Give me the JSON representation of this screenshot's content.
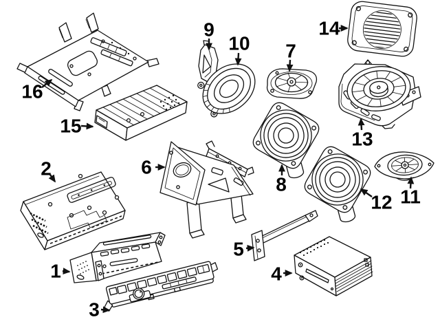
{
  "diagram": {
    "kind": "exploded-parts-diagram",
    "subject": "vehicle audio system components: speakers, amplifier, radio units and mounting brackets",
    "background_color": "#ffffff",
    "line_color": "#111111",
    "label_color": "#000000",
    "callouts": [
      {
        "number": "1",
        "part": "radio-unit"
      },
      {
        "number": "2",
        "part": "receiver-unit"
      },
      {
        "number": "3",
        "part": "control-panel-faceplate"
      },
      {
        "number": "4",
        "part": "cd-changer-unit"
      },
      {
        "number": "5",
        "part": "support-bracket-rail"
      },
      {
        "number": "6",
        "part": "radio-mounting-bracket"
      },
      {
        "number": "7",
        "part": "tweeter-speaker"
      },
      {
        "number": "8",
        "part": "front-woofer-speaker"
      },
      {
        "number": "9",
        "part": "pillar-tweeter-speaker"
      },
      {
        "number": "10",
        "part": "midrange-speaker"
      },
      {
        "number": "11",
        "part": "rear-tweeter-speaker"
      },
      {
        "number": "12",
        "part": "rear-woofer-speaker"
      },
      {
        "number": "13",
        "part": "subwoofer-speaker"
      },
      {
        "number": "14",
        "part": "speaker-grille"
      },
      {
        "number": "15",
        "part": "amplifier-unit"
      },
      {
        "number": "16",
        "part": "amplifier-mounting-bracket"
      }
    ]
  }
}
